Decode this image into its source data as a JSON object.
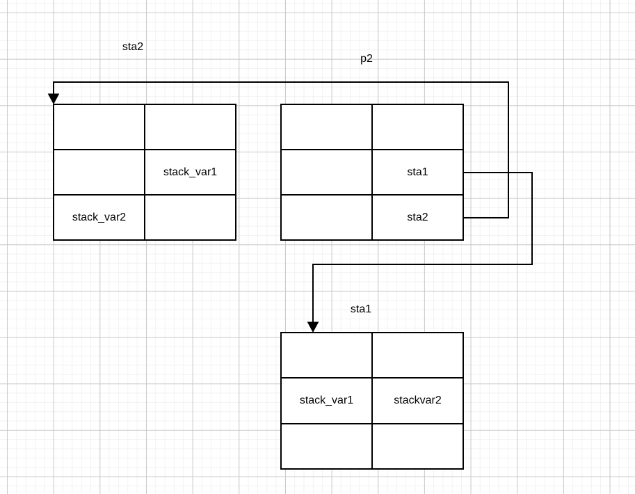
{
  "diagram": {
    "labels": {
      "pointer_sta2": "sta2",
      "pointer_p2": "p2",
      "pointer_sta1": "sta1"
    },
    "tables": {
      "left": {
        "cells": [
          [
            "",
            ""
          ],
          [
            "",
            "stack_var1"
          ],
          [
            "stack_var2",
            ""
          ]
        ]
      },
      "right": {
        "cells": [
          [
            "",
            ""
          ],
          [
            "",
            "sta1"
          ],
          [
            "",
            "sta2"
          ]
        ]
      },
      "bottom": {
        "cells": [
          [
            "",
            ""
          ],
          [
            "stack_var1",
            "stackvar2"
          ],
          [
            "",
            ""
          ]
        ]
      }
    },
    "connectors": {
      "sta2_arrow": "from sta2 cell to left table",
      "sta1_arrow": "from sta1 cell to bottom table"
    },
    "colors": {
      "background": "#ffffff",
      "grid_minor": "#f2f2f2",
      "grid_major": "#c9c9c9",
      "stroke": "#000000",
      "text": "#000000"
    }
  }
}
